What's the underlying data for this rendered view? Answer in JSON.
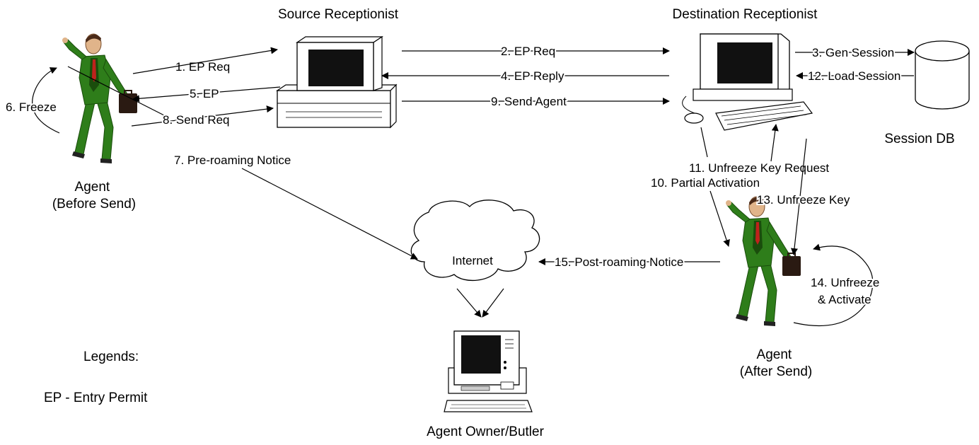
{
  "nodes": {
    "source_receptionist": "Source Receptionist",
    "destination_receptionist": "Destination Receptionist",
    "session_db": "Session DB",
    "agent_before": [
      "Agent",
      "(Before Send)"
    ],
    "agent_after": [
      "Agent",
      "(After Send)"
    ],
    "internet": "Internet",
    "agent_owner": "Agent Owner/Butler"
  },
  "edges": {
    "e1": "1. EP Req",
    "e2": "2. EP Req",
    "e3": "3. Gen Session",
    "e4": "4. EP Reply",
    "e5": "5. EP",
    "e6": "6. Freeze",
    "e7": "7. Pre-roaming Notice",
    "e8": "8. Send Req",
    "e9": "9. Send Agent",
    "e10": "10. Partial Activation",
    "e11": "11. Unfreeze Key Request",
    "e12": "12. Load Session",
    "e13": "13. Unfreeze Key",
    "e14": [
      "14. Unfreeze",
      "& Activate"
    ],
    "e15": "15. Post-roaming Notice"
  },
  "legend": {
    "title": "Legends:",
    "entry": "EP - Entry Permit"
  },
  "colors": {
    "agent_suit": "#2e7d1a",
    "agent_suit_dark": "#1a4d0c",
    "screen": "#111111",
    "skin": "#e0b48a",
    "briefcase": "#2a1a12",
    "tie": "#c0221c"
  }
}
